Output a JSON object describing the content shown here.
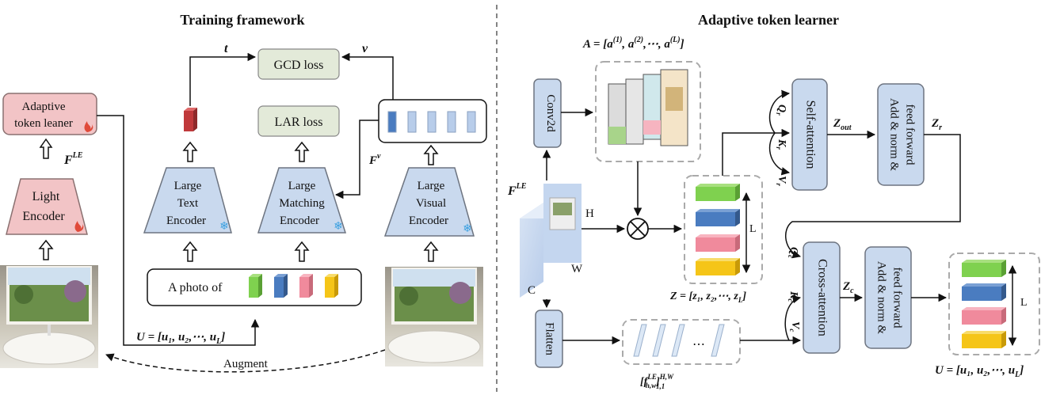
{
  "left": {
    "title": "Training framework",
    "adaptive_box": [
      "Adaptive",
      "token leaner"
    ],
    "light_encoder": [
      "Light",
      "Encoder"
    ],
    "text_encoder": [
      "Large",
      "Text",
      "Encoder"
    ],
    "matching_encoder": [
      "Large",
      "Matching",
      "Encoder"
    ],
    "visual_encoder": [
      "Large",
      "Visual",
      "Encoder"
    ],
    "gcd_loss": "GCD loss",
    "lar_loss": "LAR loss",
    "t_label": "t",
    "v_label": "v",
    "fv_label": "F",
    "fv_sup": "v",
    "fle_label": "F",
    "fle_sup": "LE",
    "prompt_text": "A  photo of",
    "u_eq": "U = [u₁, u₂,⋯, u",
    "u_eq_sub": "L",
    "u_eq_end": "]",
    "augment": "Augment"
  },
  "right": {
    "title": "Adaptive token learner",
    "a_eq": "A = [a",
    "a_eq_rest": "(1), a(2),⋯, a(L)]",
    "conv2d": "Conv2d",
    "flatten": "Flatten",
    "self_attention": "Self-attention",
    "cross_attention": "Cross-attention",
    "add_norm_1": [
      "Add & norm &",
      "feed forward"
    ],
    "add_norm_2": [
      "Add & norm &",
      "feed forward"
    ],
    "fle_label": "F",
    "fle_sup": "LE",
    "h_label": "H",
    "w_label": "W",
    "c_label": "C",
    "l_label": "L",
    "l_label_2": "L",
    "qr": "Q",
    "qr_sub": "r",
    "kr": "K",
    "kr_sub": "r",
    "vr": "V",
    "vr_sub": "r",
    "qc": "Q",
    "qc_sub": "c",
    "kc": "K",
    "kc_sub": "c",
    "vc": "V",
    "vc_sub": "c",
    "zout": "Z",
    "zout_sub": "out",
    "zr": "Z",
    "zr_sub": "r",
    "zc": "Z",
    "zc_sub": "c",
    "z_eq": "Z = [z₁, z₂,⋯, z",
    "z_eq_sub": "L",
    "z_eq_end": "]",
    "f_eq": "[f",
    "f_eq_sup": "LE",
    "f_eq_sub": "h,w",
    "f_eq_end": "]",
    "f_eq_sup2": "H,W",
    "f_eq_sub2": "1,1",
    "ellipsis": "⋯",
    "u_eq": "U = [u₁, u₂,⋯, u",
    "u_eq_sub": "L",
    "u_eq_end": "]"
  },
  "colors": {
    "pink": "#f2c4c6",
    "pink_border": "#8a7070",
    "blue": "#c9d9ee",
    "blue_border": "#6d7480",
    "green_box": "#e3ead9",
    "green": "#7fd14f",
    "token_blue": "#4a7cc0",
    "token_pink": "#f08a9c",
    "token_yellow": "#f5c518",
    "red_token": "#c0393b",
    "snowflake": "#3aa0e0",
    "flame": "#e04a3a"
  }
}
